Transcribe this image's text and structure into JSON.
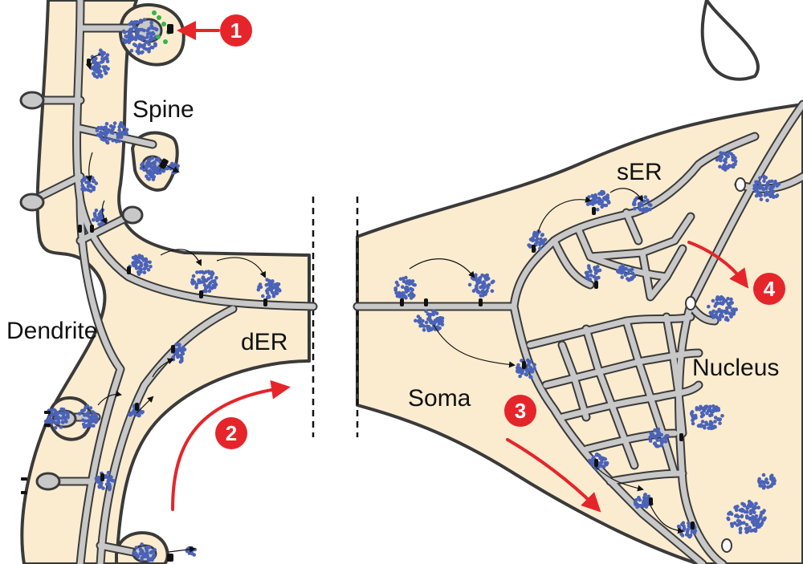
{
  "labels": {
    "spine": "Spine",
    "dendrite": "Dendrite",
    "der": "dER",
    "soma": "Soma",
    "ser": "sER",
    "nucleus": "Nucleus"
  },
  "markers": [
    "1",
    "2",
    "3",
    "4"
  ],
  "colors": {
    "cytoplasm": "#fbecd0",
    "er": "#c8c8c8",
    "outline": "#3a3a3a",
    "particles": "#4a63b8",
    "arrow": "#e5252a",
    "channel": "#111111",
    "pump": "#36b34a"
  }
}
